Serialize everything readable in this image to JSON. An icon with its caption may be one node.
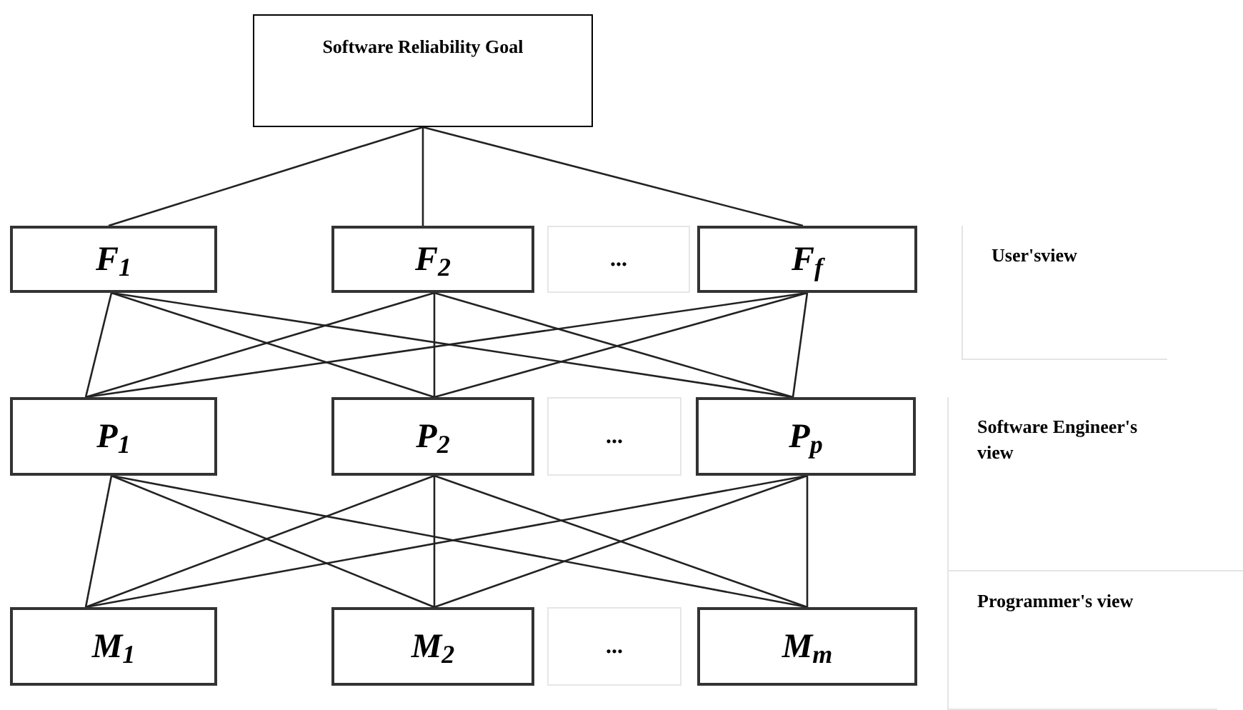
{
  "diagram": {
    "nodes": [
      {
        "text": [
          "Software Reliability Goal"
        ]
      },
      {
        "text": [
          "F$_{1}$"
        ]
      },
      {
        "text": [
          "F$_{2}$"
        ]
      },
      {
        "text": [
          "..."
        ]
      },
      {
        "text": [
          "F$_{f}$"
        ]
      },
      {
        "text": [
          "User'sview"
        ]
      },
      {
        "text": [
          "P$_{1}$"
        ]
      },
      {
        "text": [
          "P$_{2}$"
        ]
      },
      {
        "text": [
          "..."
        ]
      },
      {
        "text": [
          "P$_{p}$"
        ]
      },
      {
        "text": [
          "Software Engineer's view"
        ]
      },
      {
        "text": [
          "M$_{1}$"
        ]
      },
      {
        "text": [
          "M$_{2}$"
        ]
      },
      {
        "text": [
          "..."
        ]
      },
      {
        "text": [
          "M$_{m}$"
        ]
      },
      {
        "text": [
          "Programmer's view"
        ]
      }
    ],
    "edges": [
      {
        "from": 0,
        "to": 1,
        "arrow": "none"
      },
      {
        "from": 0,
        "to": 2,
        "arrow": "none"
      },
      {
        "from": 0,
        "to": 4,
        "arrow": "none"
      },
      {
        "from": 1,
        "to": 6,
        "arrow": "none"
      },
      {
        "from": 1,
        "to": 7,
        "arrow": "none"
      },
      {
        "from": 1,
        "to": 9,
        "arrow": "none"
      },
      {
        "from": 2,
        "to": 6,
        "arrow": "none"
      },
      {
        "from": 2,
        "to": 7,
        "arrow": "none"
      },
      {
        "from": 2,
        "to": 9,
        "arrow": "none"
      },
      {
        "from": 4,
        "to": 6,
        "arrow": "none"
      },
      {
        "from": 4,
        "to": 7,
        "arrow": "none"
      },
      {
        "from": 4,
        "to": 9,
        "arrow": "none"
      },
      {
        "from": 6,
        "to": 11,
        "arrow": "none"
      },
      {
        "from": 6,
        "to": 12,
        "arrow": "none"
      },
      {
        "from": 6,
        "to": 14,
        "arrow": "none"
      },
      {
        "from": 7,
        "to": 11,
        "arrow": "none"
      },
      {
        "from": 7,
        "to": 12,
        "arrow": "none"
      },
      {
        "from": 7,
        "to": 14,
        "arrow": "none"
      },
      {
        "from": 9,
        "to": 11,
        "arrow": "none"
      },
      {
        "from": 9,
        "to": 12,
        "arrow": "none"
      },
      {
        "from": 9,
        "to": 14,
        "arrow": "none"
      }
    ]
  }
}
